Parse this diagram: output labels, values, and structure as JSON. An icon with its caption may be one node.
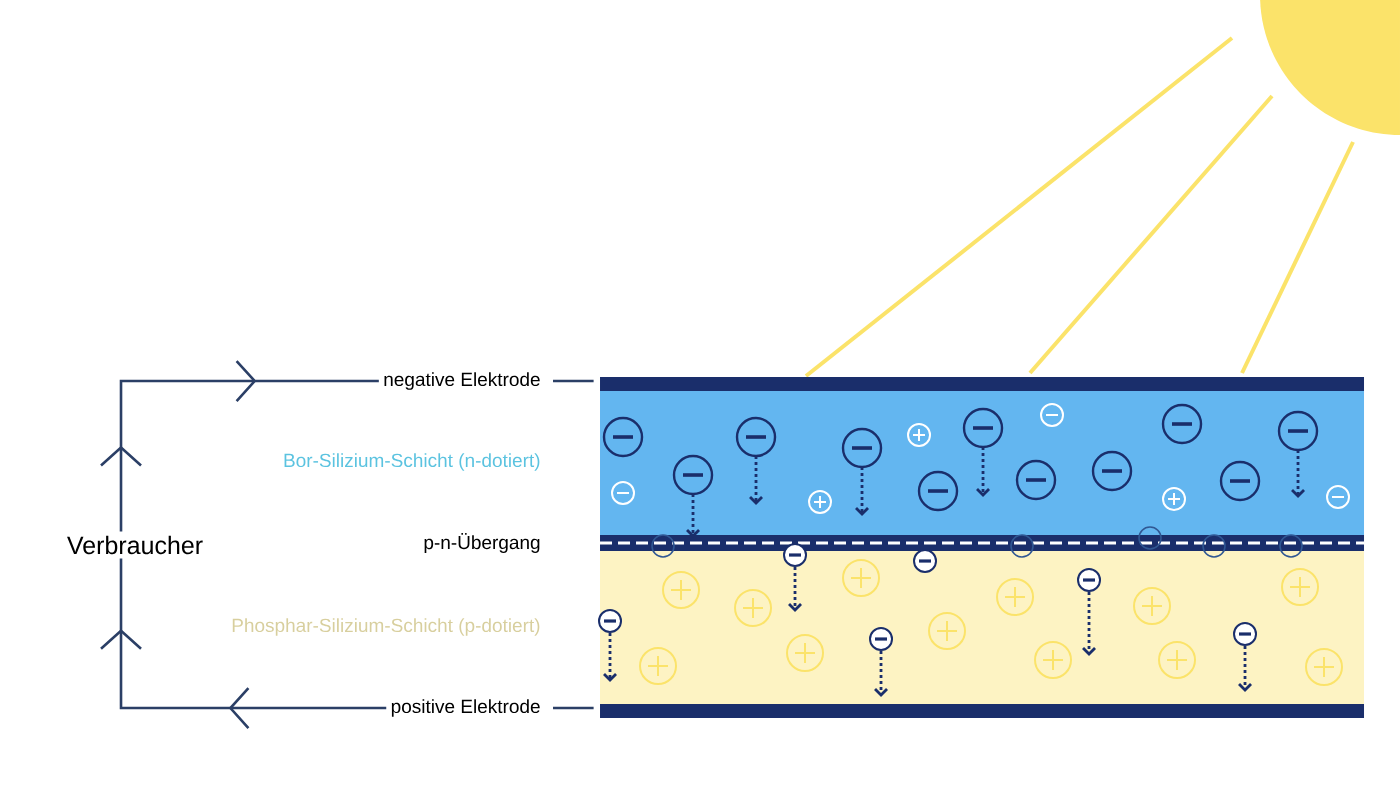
{
  "diagram": {
    "nodes": [
      {
        "text": [
          "negative Elektrode"
        ]
      },
      {
        "text": [
          "positive Elektrode"
        ]
      },
      {
        "text": [
          "Verbraucher"
        ]
      },
      {
        "text": [],
        "shape": "bar"
      },
      {
        "text": [],
        "shape": "bar"
      }
    ],
    "edges": [
      {
        "from": 2,
        "to": 0,
        "arrow": "to"
      },
      {
        "from": 1,
        "to": 2,
        "arrow": "to"
      },
      {
        "from": 0,
        "to": 3,
        "arrow": "none"
      },
      {
        "from": 1,
        "to": 4,
        "arrow": "none"
      }
    ],
    "labels": [
      "Bor-Silizium-Schicht (n-dotiert)",
      "p-n-Übergang",
      "Phosphar-Silizium-Schicht (p-dotiert)"
    ]
  }
}
